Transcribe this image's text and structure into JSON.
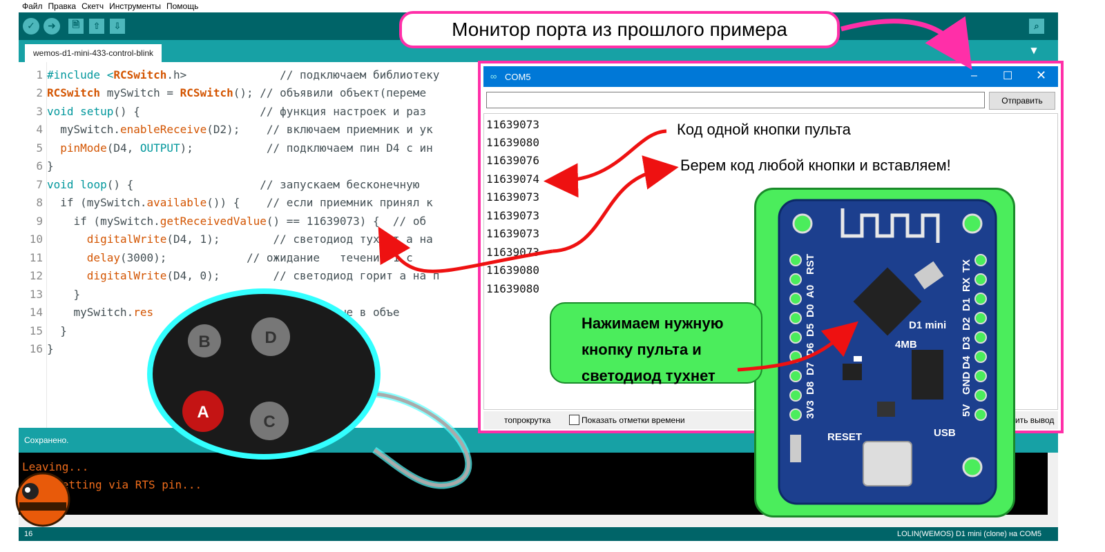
{
  "menu": [
    "Файл",
    "Правка",
    "Скетч",
    "Инструменты",
    "Помощь"
  ],
  "toolbar": {
    "verify": "✓",
    "upload": "➜",
    "new": "🗎",
    "open": "⇧",
    "save": "⇩",
    "serial": "⌕"
  },
  "tab": {
    "name": "wemos-d1-mini-433-control-blink",
    "menu": "▼"
  },
  "code": {
    "lines": [
      "1",
      "2",
      "3",
      "4",
      "5",
      "6",
      "7",
      "8",
      "9",
      "10",
      "11",
      "12",
      "13",
      "14",
      "15",
      "16"
    ],
    "l1a": "#include <",
    "l1b": "RCSwitch",
    "l1c": ".h>              // подключаем библиотеку",
    "l2a": "RCSwitch",
    "l2b": " mySwitch = ",
    "l2c": "RCSwitch",
    "l2d": "(); // объявили объект(переме",
    "l3a": "void",
    "l3b": " ",
    "l3c": "setup",
    "l3d": "() {                  // функция настроек и раз",
    "l4a": "  mySwitch.",
    "l4b": "enableReceive",
    "l4c": "(D2);    // включаем приемник и ук",
    "l5a": "  ",
    "l5b": "pinMode",
    "l5c": "(D4, ",
    "l5d": "OUTPUT",
    "l5e": ");           // подключаем пин D4 с ин",
    "l6": "}",
    "l7a": "void",
    "l7b": " ",
    "l7c": "loop",
    "l7d": "() {                   // запускаем бесконечную",
    "l8a": "  if (mySwitch.",
    "l8b": "available",
    "l8c": "()) {    // если приемник принял к",
    "l9a": "    if (mySwitch.",
    "l9b": "getReceivedValue",
    "l9c": "() == 11639073) {  // об",
    "l10a": "      ",
    "l10b": "digitalWrite",
    "l10c": "(D4, 1);        // светодиод тухнет а на",
    "l11a": "      ",
    "l11b": "delay",
    "l11c": "(3000);            // ожидание   течение 1 с",
    "l12a": "      ",
    "l12b": "digitalWrite",
    "l12c": "(D4, 0);        // светодиод горит а на п",
    "l13": "    }",
    "l14a": "    mySwitch.",
    "l14b": "res",
    "l14c": "                   ляем данные в объе",
    "l15": "  }",
    "l16": "}"
  },
  "status": {
    "saved": "Сохранено.",
    "line": "16",
    "board": "LOLIN(WEMOS) D1 mini (clone) на COM5"
  },
  "console": {
    "l1": "Leaving...",
    "l2": "   resetting via RTS pin..."
  },
  "monitor": {
    "title": "COM5",
    "send": "Отправить",
    "values": [
      "11639073",
      "11639080",
      "11639076",
      "11639074",
      "11639073",
      "11639073",
      "11639073",
      "11639073",
      "11639080",
      "11639080"
    ],
    "autoscroll": "топрокрутка",
    "timestamps": "Показать отметки времени",
    "clear": "ить вывод"
  },
  "callouts": {
    "top": "Монитор порта из прошлого примера",
    "code_one": "Код одной кнопки пульта",
    "take_code": "Берем код любой кнопки и вставляем!",
    "green": [
      "Нажимаем нужную",
      "кнопку пульта и",
      "светодиод тухнет"
    ]
  },
  "remote": {
    "a": "A",
    "b": "B",
    "c": "C",
    "d": "D"
  },
  "board": {
    "left_pins": [
      "RST",
      "A0",
      "D0",
      "D5",
      "D6",
      "D7",
      "D8",
      "3V3"
    ],
    "right_pins": [
      "TX",
      "RX",
      "D1",
      "D2",
      "D3",
      "D4",
      "GND",
      "5V"
    ],
    "label": "D1 mini",
    "flash": "4MB",
    "reset": "RESET",
    "usb": "USB"
  },
  "colors": {
    "arduino_dark": "#006468",
    "arduino_teal": "#17a1a5",
    "accent_pink": "#ff2fa8",
    "callout_green": "#4bed5c",
    "arrow_red": "#ee1111"
  }
}
